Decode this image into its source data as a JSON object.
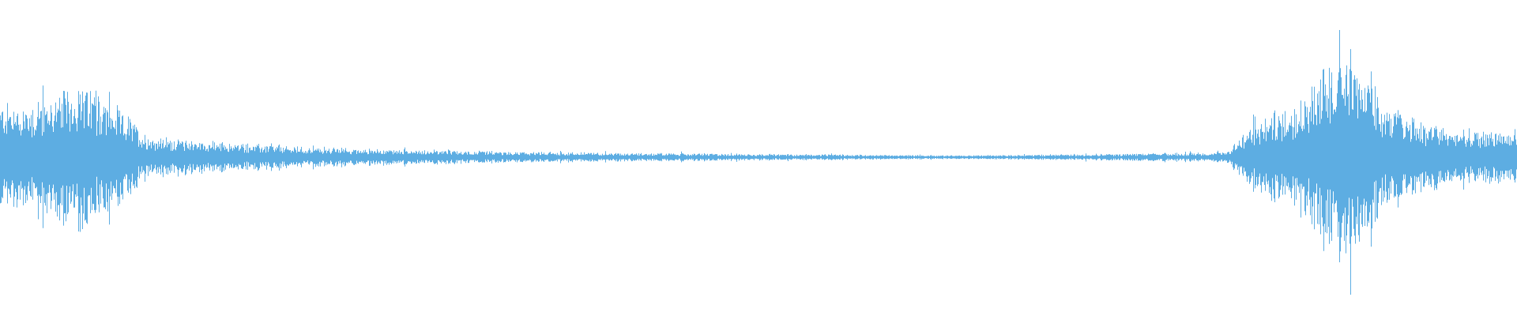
{
  "waveform": {
    "color": "#5dade2",
    "background": "#ffffff",
    "duration_fraction_segments": [
      {
        "start": 0.0,
        "end": 0.04,
        "level": 0.3
      },
      {
        "start": 0.04,
        "end": 0.06,
        "level": 0.42
      },
      {
        "start": 0.06,
        "end": 0.085,
        "level": 0.3
      },
      {
        "start": 0.085,
        "end": 0.1,
        "level": 0.15
      },
      {
        "start": 0.1,
        "end": 0.2,
        "level": 0.08
      },
      {
        "start": 0.2,
        "end": 0.47,
        "level": 0.03
      },
      {
        "start": 0.47,
        "end": 0.8,
        "level": 0.01
      },
      {
        "start": 0.8,
        "end": 0.82,
        "level": 0.04
      },
      {
        "start": 0.82,
        "end": 0.86,
        "level": 0.25
      },
      {
        "start": 0.86,
        "end": 0.88,
        "level": 0.45
      },
      {
        "start": 0.88,
        "end": 0.89,
        "level": 0.75
      },
      {
        "start": 0.89,
        "end": 0.91,
        "level": 0.45
      },
      {
        "start": 0.91,
        "end": 1.0,
        "level": 0.15
      }
    ]
  }
}
